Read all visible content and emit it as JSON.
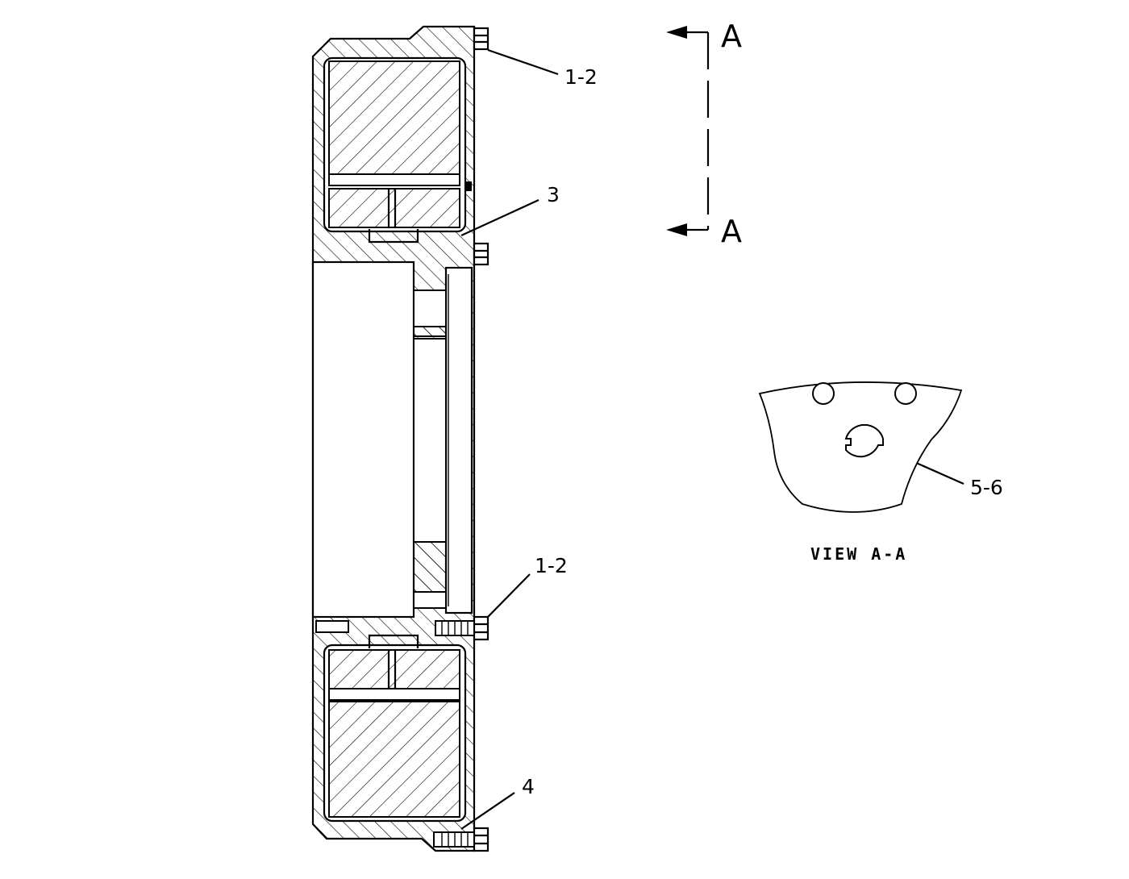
{
  "callouts": {
    "c1": "1-2",
    "c2": "3",
    "c3": "1-2",
    "c4": "4",
    "c5": "5-6"
  },
  "section": {
    "top": "A",
    "bottom": "A"
  },
  "view_label": "VIEW A-A"
}
